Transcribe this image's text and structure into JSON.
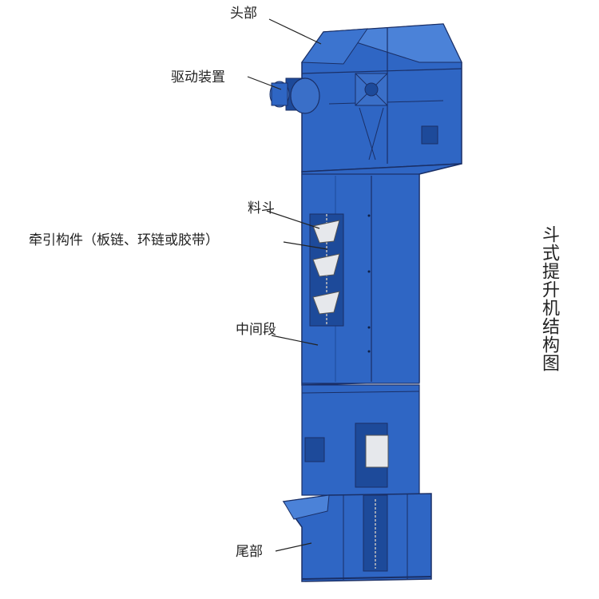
{
  "labels": {
    "head": "头部",
    "drive": "驱动装置",
    "bucket": "料斗",
    "traction": "牵引构件（板链、环链或胶带）",
    "middle": "中间段",
    "tail": "尾部"
  },
  "title": "斗式提升机结构图",
  "colors": {
    "body": "#2f66c4",
    "body_dark": "#1d4a9a",
    "body_light": "#4b82d8",
    "edge": "#1a2f66",
    "bucket": "#e6e8ec",
    "motor": "#3a6fc8"
  }
}
